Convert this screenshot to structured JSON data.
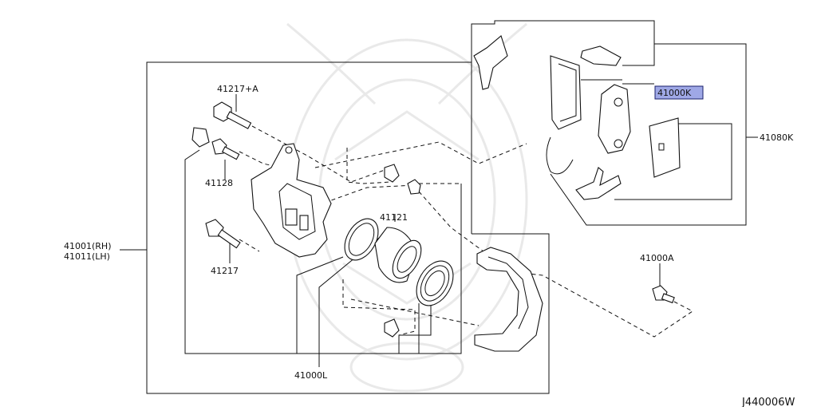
{
  "diagram_id": "J440006W",
  "labels": {
    "pin_a": "41217+A",
    "bleeder": "41128",
    "caliper_rh": "41001(RH)",
    "caliper_lh": "41011(LH)",
    "pin": "41217",
    "seal_kit": "41121",
    "repair_kit": "41000L",
    "pad_set": "41000K",
    "hardware_kit": "41080K",
    "bolt": "41000A"
  },
  "highlight": {
    "target": "pad_set",
    "color": "#9fa8e6",
    "border_color": "#1a1f6b"
  }
}
